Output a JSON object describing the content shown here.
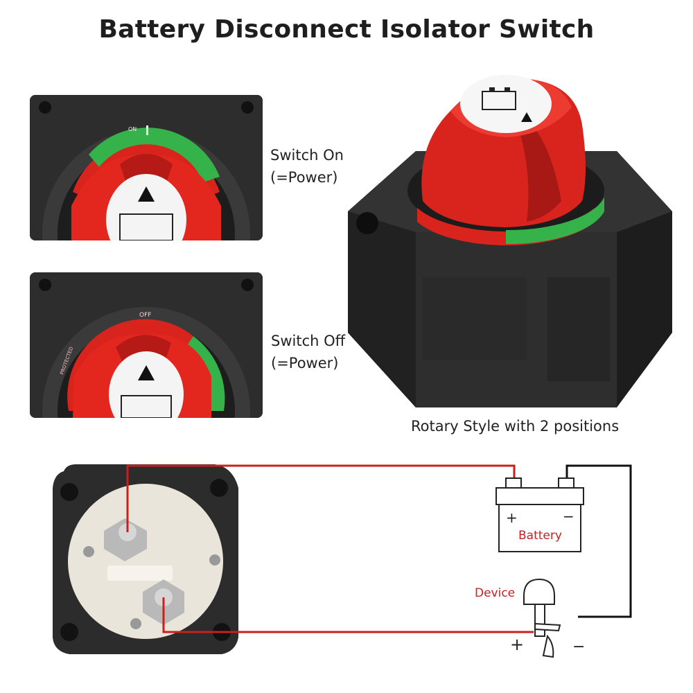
{
  "page": {
    "title": "Battery Disconnect Isolator Switch"
  },
  "labels": {
    "switch_on_line1": "Switch On",
    "switch_on_line2": "(=Power)",
    "switch_off_line1": "Switch Off",
    "switch_off_line2": "(=Power)",
    "rotary_caption": "Rotary Style with 2 positions"
  },
  "dial_markings": {
    "on": "ON",
    "off": "OFF",
    "protected": "PROTECTED"
  },
  "wiring": {
    "battery_label": "Battery",
    "device_label": "Device",
    "plus_symbol": "+",
    "minus_symbol": "−"
  },
  "colors": {
    "wire_red": "#c8201f",
    "wire_black": "#111111",
    "knob_red": "#d9241e",
    "ring_green": "#35b24a",
    "housing": "#2a2a2b"
  }
}
